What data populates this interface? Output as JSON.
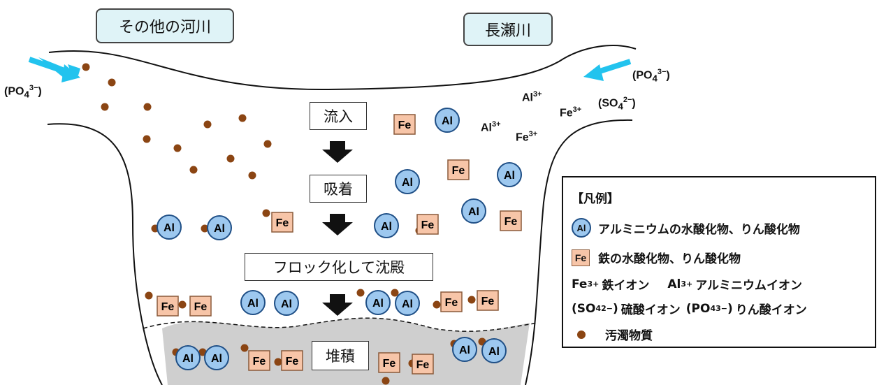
{
  "rivers": {
    "other": "その他の河川",
    "nagase": "長瀬川"
  },
  "steps": [
    "流入",
    "吸着",
    "フロック化して沈殿",
    "堆積"
  ],
  "particle_labels": {
    "al": "Al",
    "fe": "Fe"
  },
  "ions": {
    "po4_left": {
      "base": "(PO",
      "sub": "4",
      "sup": "3−",
      "end": ")"
    },
    "po4_right": {
      "base": "(PO",
      "sub": "4",
      "sup": "3−",
      "end": ")"
    },
    "so4": {
      "base": "(SO",
      "sub": "4",
      "sup": "2−",
      "end": ")"
    },
    "al3_a": {
      "base": "Al",
      "sup": "3+"
    },
    "al3_b": {
      "base": "Al",
      "sup": "3+"
    },
    "fe3_a": {
      "base": "Fe",
      "sup": "3+"
    },
    "fe3_b": {
      "base": "Fe",
      "sup": "3+"
    }
  },
  "legend": {
    "title": "【凡例】",
    "al_text": "アルミニウムの水酸化物、りん酸化物",
    "fe_text": "鉄の水酸化物、りん酸化物",
    "fe_ion_symbol": "Fe",
    "fe_ion_charge": "3+",
    "fe_ion_text": "鉄イオン",
    "al_ion_symbol": "Al",
    "al_ion_charge": "3+",
    "al_ion_text": "アルミニウムイオン",
    "so4_open": "(SO",
    "so4_sub": "4",
    "so4_sup": "2−",
    "so4_close": ")",
    "so4_text": "硫酸イオン",
    "po4_open": "(PO",
    "po4_sub": "4",
    "po4_sup": "3−",
    "po4_close": ")",
    "po4_text": "りん酸イオン",
    "pollutant_text": "汚濁物質"
  },
  "colors": {
    "al_fill": "#9dc8ef",
    "fe_fill": "#f7c5a8",
    "pollutant": "#8b4513",
    "sediment": "#cfcfcf",
    "arrow_blue": "#22c3ee",
    "river_box": "#dff3f7"
  }
}
